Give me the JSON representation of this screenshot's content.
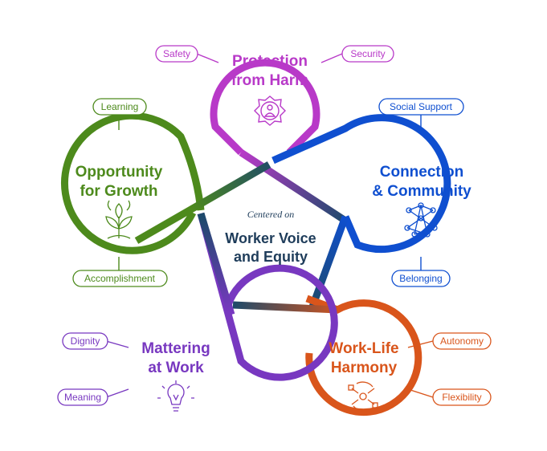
{
  "center": {
    "caption": "Centered on",
    "line1": "Worker Voice",
    "line2": "and Equity"
  },
  "petals": {
    "protection": {
      "title1": "Protection",
      "title2": "from Harm",
      "color": "#b839c8",
      "icon": "shield-person-icon",
      "labels": [
        "Safety",
        "Security"
      ]
    },
    "connection": {
      "title1": "Connection",
      "title2": "& Community",
      "color": "#0f4fd0",
      "icon": "network-icon",
      "labels": [
        "Social Support",
        "Belonging"
      ]
    },
    "worklife": {
      "title1": "Work-Life",
      "title2": "Harmony",
      "color": "#d9551b",
      "icon": "arrows-circle-icon",
      "labels": [
        "Autonomy",
        "Flexibility"
      ]
    },
    "mattering": {
      "title1": "Mattering",
      "title2": "at Work",
      "color": "#7838c0",
      "icon": "lightbulb-icon",
      "labels": [
        "Dignity",
        "Meaning"
      ]
    },
    "growth": {
      "title1": "Opportunity",
      "title2": "for Growth",
      "color": "#4d8a1c",
      "icon": "sprout-icon",
      "labels": [
        "Learning",
        "Accomplishment"
      ]
    }
  },
  "centerColor": "#1d4a6b"
}
